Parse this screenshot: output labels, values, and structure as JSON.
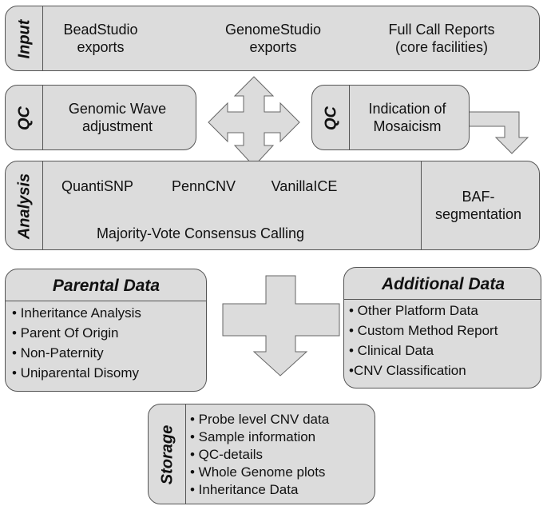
{
  "input": {
    "label": "Input",
    "items": [
      {
        "line1": "BeadStudio",
        "line2": "exports"
      },
      {
        "line1": "GenomeStudio",
        "line2": "exports"
      },
      {
        "line1": "Full Call Reports",
        "line2": "(core facilities)"
      }
    ]
  },
  "qc_left": {
    "label": "QC",
    "line1": "Genomic Wave",
    "line2": "adjustment"
  },
  "qc_right": {
    "label": "QC",
    "line1": "Indication of",
    "line2": "Mosaicism"
  },
  "analysis": {
    "label": "Analysis",
    "tools": [
      "QuantiSNP",
      "PennCNV",
      "VanillaICE"
    ],
    "consensus": "Majority-Vote Consensus Calling",
    "baf_line1": "BAF-",
    "baf_line2": "segmentation"
  },
  "parental": {
    "title": "Parental Data",
    "items": [
      "• Inheritance Analysis",
      "• Parent Of Origin",
      "• Non-Paternity",
      "• Uniparental Disomy"
    ]
  },
  "additional": {
    "title": "Additional Data",
    "items": [
      "• Other Platform Data",
      "• Custom Method Report",
      "• Clinical Data",
      "•CNV Classification"
    ]
  },
  "storage": {
    "label": "Storage",
    "items": [
      "• Probe level CNV data",
      "• Sample information",
      "• QC-details",
      "• Whole Genome plots",
      "• Inheritance Data"
    ]
  }
}
